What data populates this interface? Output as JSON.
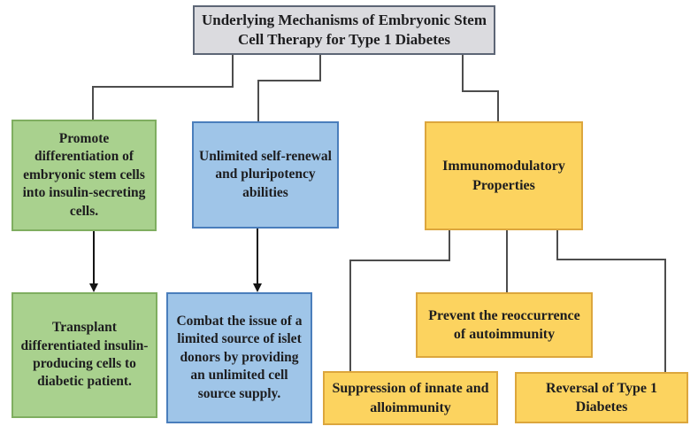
{
  "diagram": {
    "type": "flowchart",
    "background": "#ffffff",
    "connector_color": "#4d4d4d",
    "arrow_color": "#141414",
    "palette": {
      "title_fill": "#dbdbdf",
      "title_border": "#5d6676",
      "green_fill": "#a9d18e",
      "green_border": "#7fae60",
      "blue_fill": "#9fc5e8",
      "blue_border": "#4a7ebc",
      "yellow_fill": "#fcd35f",
      "yellow_border": "#dca63d"
    },
    "nodes": {
      "title": {
        "text": "Underlying Mechanisms of Embryonic Stem Cell Therapy for Type 1 Diabetes",
        "color": "gray"
      },
      "promote": {
        "text": "Promote differentiation of embryonic stem cells into insulin-secreting cells.",
        "color": "green"
      },
      "self_renewal": {
        "text": "Unlimited self-renewal and pluripotency abilities",
        "color": "blue"
      },
      "immunomodulatory": {
        "text": "Immunomodulatory Properties",
        "color": "yellow"
      },
      "transplant": {
        "text": "Transplant differentiated insulin-producing cells to diabetic patient.",
        "color": "green"
      },
      "combat": {
        "text": "Combat the issue of a limited source of islet donors by providing an unlimited cell source supply.",
        "color": "blue"
      },
      "prevent": {
        "text": "Prevent the reoccurrence of autoimmunity",
        "color": "yellow"
      },
      "suppression": {
        "text": "Suppression of innate and alloimmunity",
        "color": "yellow"
      },
      "reversal": {
        "text": "Reversal of Type 1 Diabetes",
        "color": "yellow"
      }
    },
    "edges": [
      {
        "from": "title",
        "to": "promote",
        "style": "elbow",
        "arrowhead": false
      },
      {
        "from": "title",
        "to": "self_renewal",
        "style": "elbow",
        "arrowhead": false
      },
      {
        "from": "title",
        "to": "immunomodulatory",
        "style": "elbow",
        "arrowhead": false
      },
      {
        "from": "promote",
        "to": "transplant",
        "style": "straight",
        "arrowhead": true
      },
      {
        "from": "self_renewal",
        "to": "combat",
        "style": "straight",
        "arrowhead": true
      },
      {
        "from": "immunomodulatory",
        "to": "suppression",
        "style": "elbow",
        "arrowhead": false
      },
      {
        "from": "immunomodulatory",
        "to": "prevent",
        "style": "straight",
        "arrowhead": false
      },
      {
        "from": "immunomodulatory",
        "to": "reversal",
        "style": "elbow",
        "arrowhead": false
      }
    ]
  }
}
